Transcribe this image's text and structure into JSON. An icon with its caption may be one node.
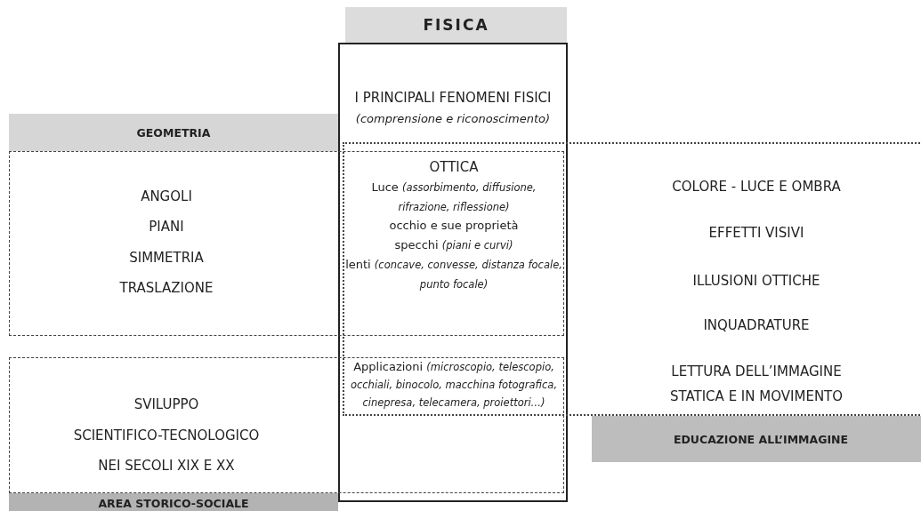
{
  "diagram": {
    "nodes": [
      {
        "text": [
          "FISICA",
          "I PRINCIPALI FENOMENI FISICI",
          "(comprensione e riconoscimento)"
        ]
      },
      {
        "text": [
          "GEOMETRIA",
          "ANGOLI",
          "PIANI",
          "SIMMETRIA",
          "TRASLAZIONE"
        ]
      },
      {
        "text": [
          "SVILUPPO",
          "SCIENTIFICO-TECNOLOGICO",
          "NEI SECOLI XIX E XX",
          "AREA STORICO-SOCIALE"
        ]
      },
      {
        "text": [
          "COLORE - LUCE E OMBRA",
          "EFFETTI VISIVI",
          "ILLUSIONI OTTICHE",
          "INQUADRATURE",
          "LETTURA DELL’IMMAGINE STATICA E IN MOVIMENTO",
          "EDUCAZIONE ALL’IMMAGINE"
        ]
      }
    ],
    "labels": [
      "OTTICA",
      "Luce *(assorbimento, diffusione, rifrazione, riflessione)*",
      "occhio e sue proprietà",
      "specchi *(piani e curvi)*",
      "lenti *(concave, convesse, distanza focale, punto focale)*",
      "Applicazioni *(microscopio, telescopio, occhiali, binocolo, macchina fotografica, cinepresa, telecamera, proiettori…)*"
    ]
  }
}
